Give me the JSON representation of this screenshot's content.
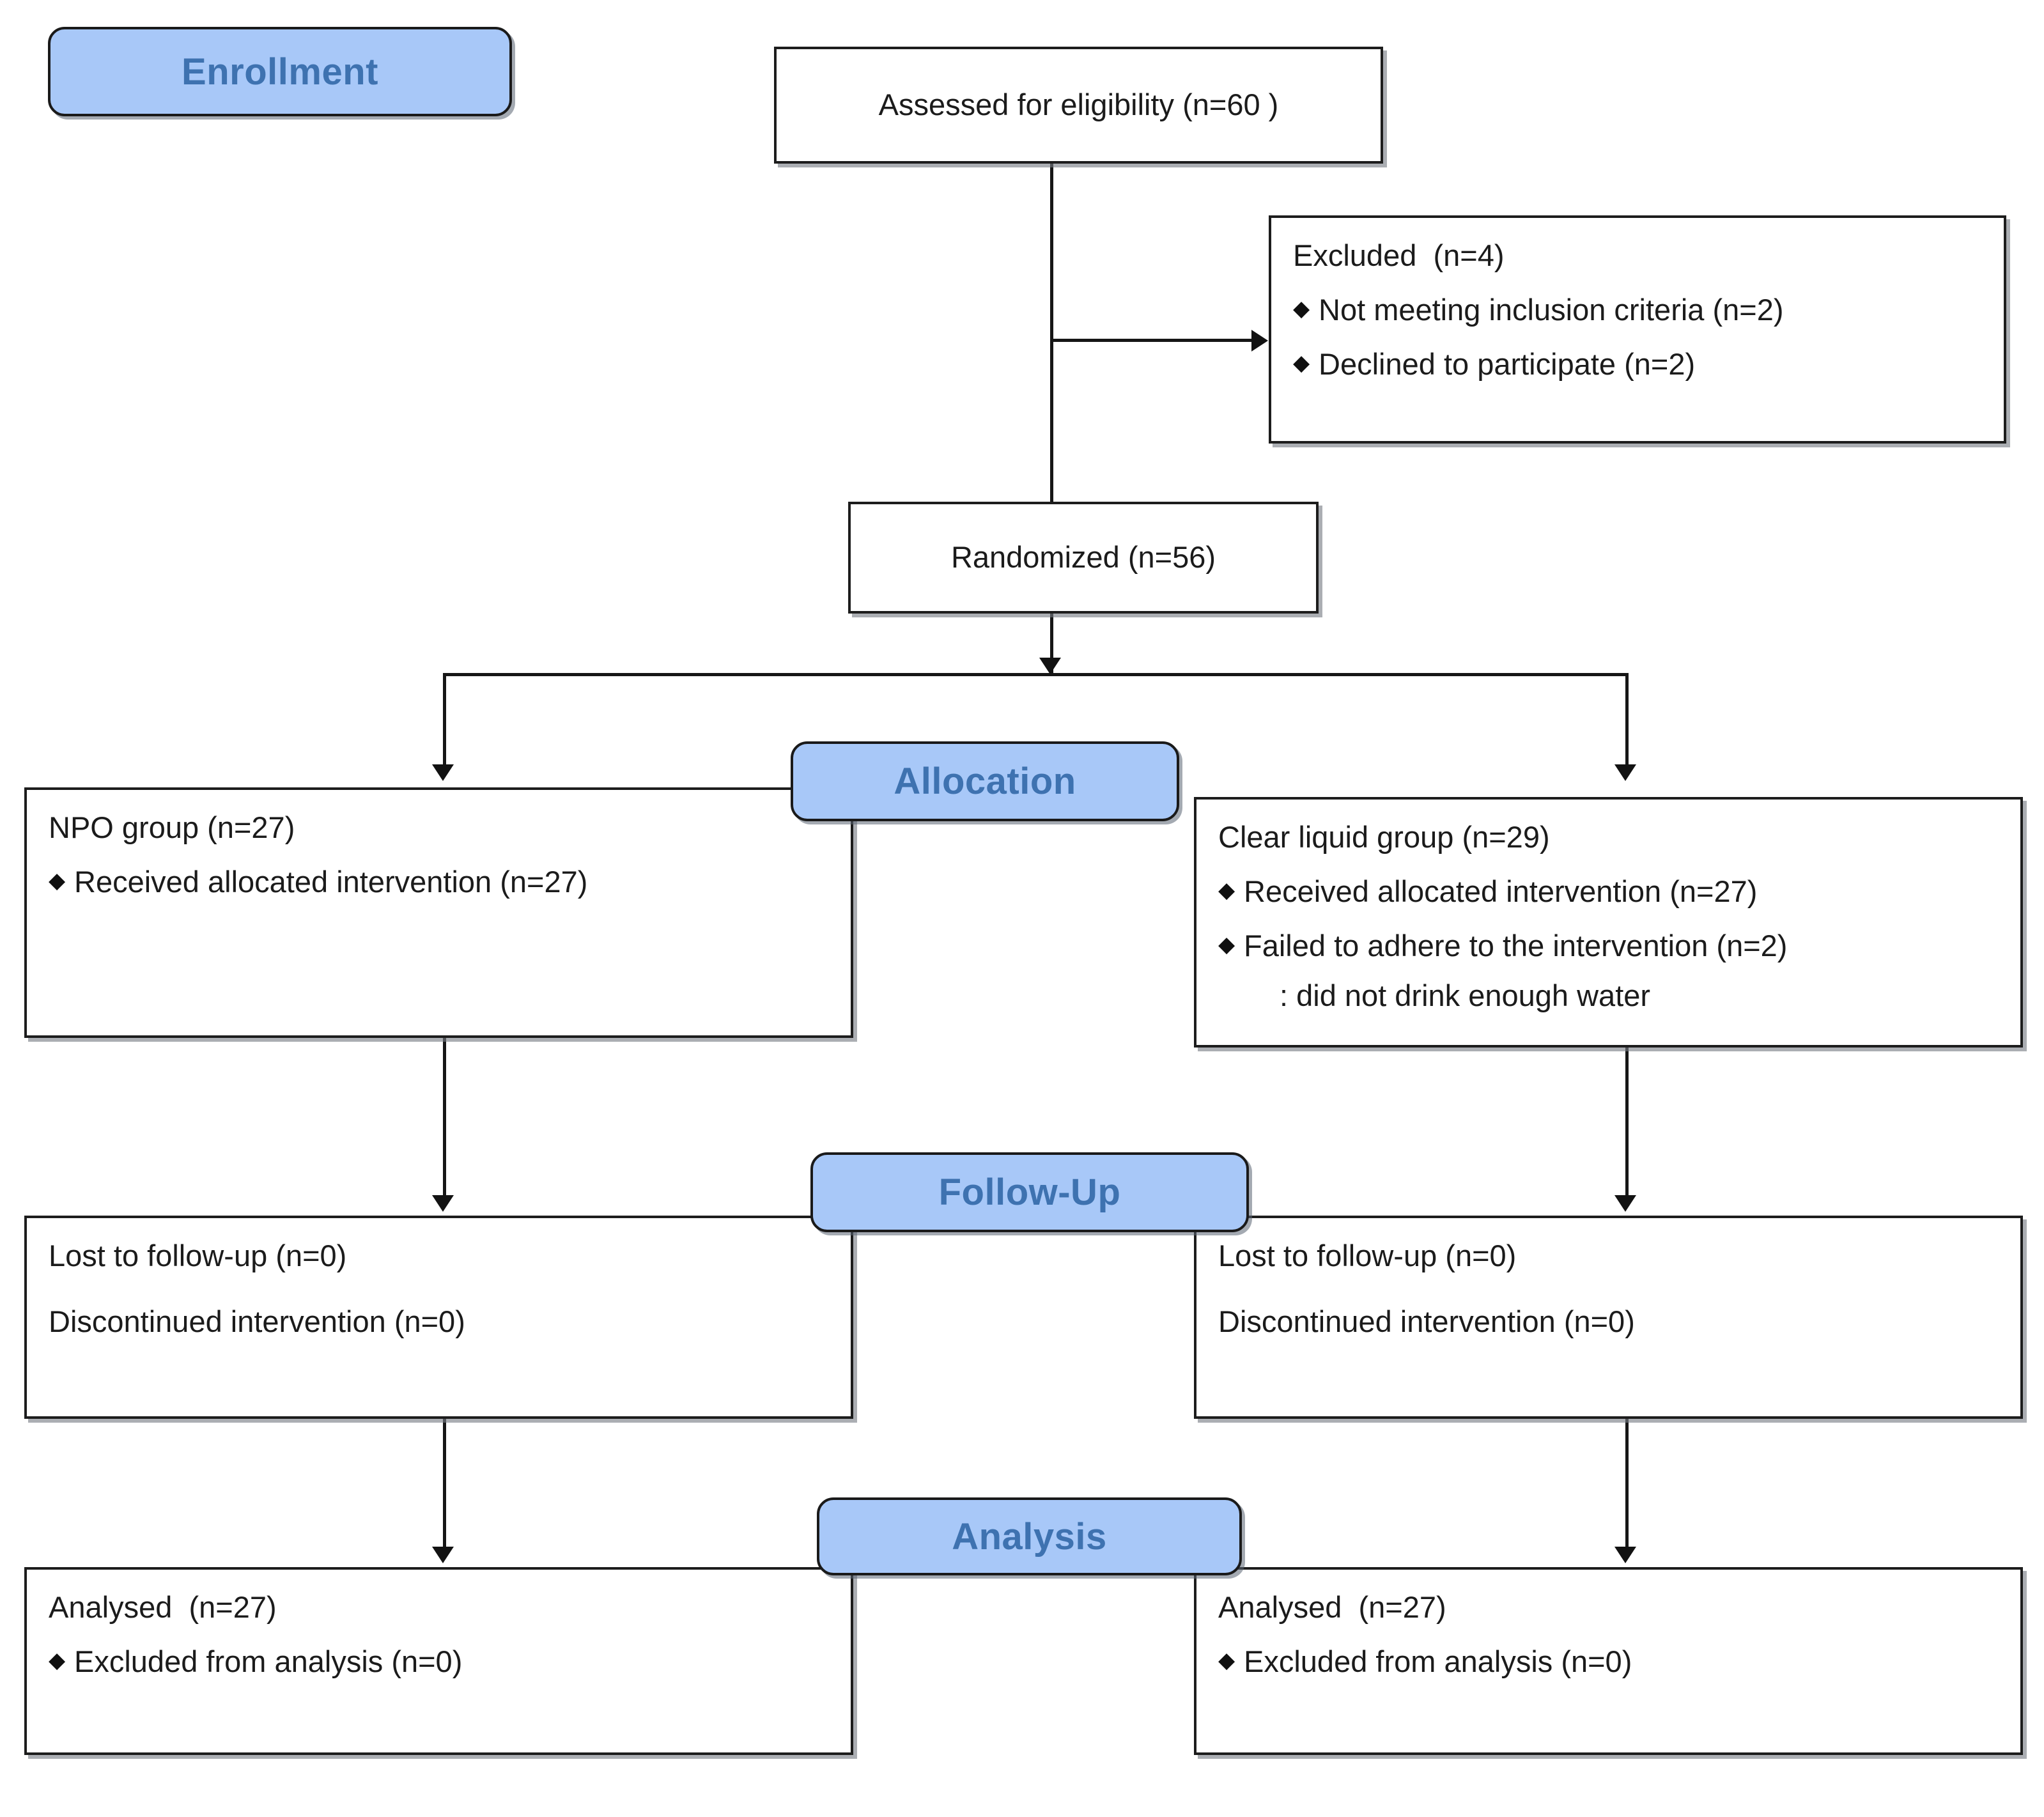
{
  "diagram": {
    "title": "CONSORT participant flow diagram",
    "accent_badge_fill": "#a8c8f8",
    "accent_badge_text": "#3e72b0",
    "box_border": "#1d1d1d",
    "background": "#ffffff"
  },
  "stages": {
    "enrollment": "Enrollment",
    "allocation": "Allocation",
    "followup": "Follow-Up",
    "analysis": "Analysis"
  },
  "enrollment": {
    "assessed": "Assessed for eligibility (n=60 )",
    "excluded_title": "Excluded  (n=4)",
    "excluded_items": [
      "Not meeting inclusion criteria (n=2)",
      "Declined to participate (n=2)"
    ],
    "randomized": "Randomized (n=56)"
  },
  "allocation": {
    "left": {
      "title": "NPO group (n=27)",
      "items": [
        "Received allocated intervention (n=27)"
      ],
      "subline": ""
    },
    "right": {
      "title": "Clear liquid group (n=29)",
      "items": [
        "Received allocated intervention (n=27)",
        "Failed to adhere to the intervention (n=2)"
      ],
      "subline": ": did not drink enough water"
    }
  },
  "followup": {
    "left": {
      "line1": "Lost to follow-up (n=0)",
      "line2": "Discontinued intervention (n=0)"
    },
    "right": {
      "line1": "Lost to follow-up (n=0)",
      "line2": "Discontinued intervention (n=0)"
    }
  },
  "analysis": {
    "left": {
      "title": "Analysed  (n=27)",
      "items": [
        "Excluded from analysis (n=0)"
      ]
    },
    "right": {
      "title": "Analysed  (n=27)",
      "items": [
        "Excluded from analysis (n=0)"
      ]
    }
  },
  "glyphs": {
    "bullet": "◆"
  }
}
